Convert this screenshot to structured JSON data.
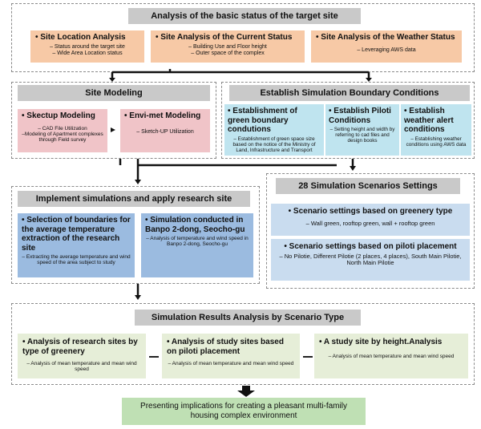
{
  "section1": {
    "title": "Analysis of the basic status of the target site",
    "boxes": [
      {
        "head": "• Site Location Analysis",
        "sub": "– Status around the target site\n– Wide Area Location status"
      },
      {
        "head": "• Site Analysis of the Current Status",
        "sub": "– Building Use and Floor height\n– Outer space of the complex"
      },
      {
        "head": "• Site Analysis of the Weather Status",
        "sub": "– Leveraging AWS data"
      }
    ]
  },
  "section2": {
    "title": "Site Modeling",
    "boxes": [
      {
        "head": "• Skectup Modeling",
        "sub": "– CAD File Utilization\n–Modeling of Apartment complexes through Field survey"
      },
      {
        "head": "• Envi-met Modeling",
        "sub": "– Sketch-UP Utilization"
      }
    ]
  },
  "section3": {
    "title": "Establish Simulation Boundary Conditions",
    "boxes": [
      {
        "head": "• Establishment of green boundary condutions",
        "sub": "– Establishment of green space size based on the notice of the Ministry of Land, Infrastructure and Transport"
      },
      {
        "head": "• Establish Piloti Conditions",
        "sub": "– Setting height and width by referring to cad files and design books"
      },
      {
        "head": "• Establish weather alert conditions",
        "sub": "– Establishing weather conditions using AWS data"
      }
    ]
  },
  "section4": {
    "title": "Implement simulations and apply research site",
    "boxes": [
      {
        "head": "• Selection of boundaries for the average temperature extraction of the research site",
        "sub": "– Extracting the average temperature and wind speed of the area subject to study"
      },
      {
        "head": "• Simulation conducted in Banpo 2-dong, Seocho-gu",
        "sub": "– Analysis of temperature and wind speed in Banpo 2-dong, Seocho-gu"
      }
    ]
  },
  "section5": {
    "title": "28 Simulation Scenarios Settings",
    "boxes": [
      {
        "head": "• Scenario settings based on greenery type",
        "sub": "– Wall green, rooftop green, wall + rooftop green"
      },
      {
        "head": "• Scenario settings based on piloti placement",
        "sub": "– No Pilotie, Different Pilotie (2 places, 4 places), South Main Pilotie, North Main Pilotie"
      }
    ]
  },
  "section6": {
    "title": "Simulation Results Analysis by Scenario Type",
    "boxes": [
      {
        "head": "• Analysis of research sites by type of greenery",
        "sub": "– Analysis of mean temperature and mean wind speed"
      },
      {
        "head": "• Analysis of study sites based on piloti placement",
        "sub": "– Analysis of mean temperature and mean wind speed"
      },
      {
        "head": "• A study site by height.Analysis",
        "sub": "– Analysis of mean temperature and mean wind speed"
      }
    ]
  },
  "final": {
    "text": "Presenting implications for creating a pleasant multi-family housing complex environment"
  }
}
